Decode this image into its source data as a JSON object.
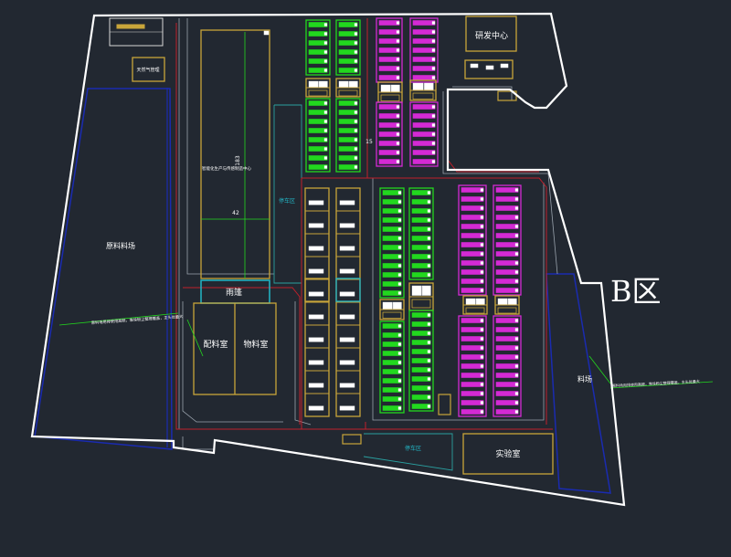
{
  "zone": {
    "title": "B区"
  },
  "labels": {
    "rnd": "研发中心",
    "small_box": "天然气管理",
    "raw_yard": "原料料场",
    "raw_note": "原料场用排使用高颜，堆垛粉尘整理覆盖，主头处量大",
    "main_block": "智能化生产与传感制造中心",
    "dim_top": "183",
    "dim_mid": "42",
    "dim_right": "15",
    "parking_v": "停车区",
    "canopy": "雨篷",
    "mix_room": "配料室",
    "material_room": "物料室",
    "parking_bottom": "停车区",
    "lab": "实验室",
    "material_yard": "料场",
    "yard_note": "原料场用排使用高颜，堆垛粉尘整理覆盖，主头处量大"
  },
  "colors": {
    "background": "#222831",
    "boundary": "#ffffff",
    "building": "#c8a53a",
    "road_red": "#c0202a",
    "road_gray": "#9aa3ad",
    "blue_zone": "#1a2bb0",
    "green": "#22d81e",
    "magenta": "#d42ad4",
    "cyan": "#22b8c8",
    "teal": "#2aa0a0",
    "label_green": "#22d81e",
    "label_yellow": "#f0d040"
  }
}
